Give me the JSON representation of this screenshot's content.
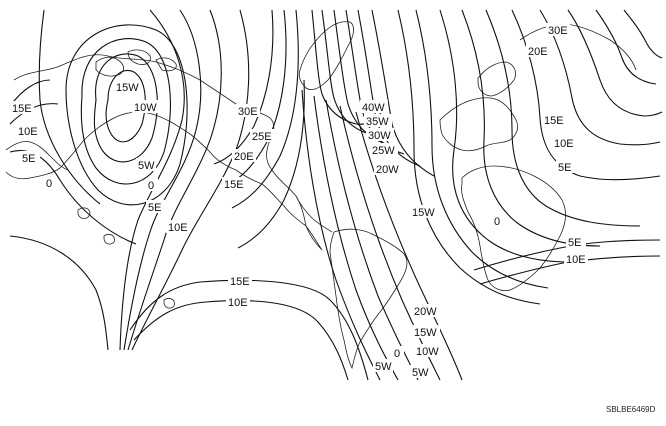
{
  "map": {
    "labels": {
      "l15e_left": "15E",
      "l10e_left": "10E",
      "l5e_left": "5E",
      "l0_left": "0",
      "l15w_n": "15W",
      "l10w_n": "10W",
      "l5w_mid": "5W",
      "l0_mid": "0",
      "l5e_mid": "5E",
      "l10e_mid": "10E",
      "l30e_na": "30E",
      "l25e_na": "25E",
      "l20e_na": "20E",
      "l15e_na": "15E",
      "l40w": "40W",
      "l35w": "35W",
      "l30w": "30W",
      "l25w": "25W",
      "l20w_ne": "20W",
      "l30e_ne": "30E",
      "l20e_ne": "20E",
      "l15e_ne": "15E",
      "l10e_ne": "10E",
      "l5e_ne": "5E",
      "l0_af": "0",
      "l15w_atl": "15W",
      "l5e_sa": "5E",
      "l10e_sa": "10E",
      "l15e_pac": "15E",
      "l10e_pac": "10E",
      "l20w_s": "20W",
      "l15w_s": "15W",
      "l10w_s": "10W",
      "l5w_s": "5W",
      "l0_s": "0",
      "l5w_s2": "5W"
    },
    "figure_code": "SBLBE6469D"
  }
}
